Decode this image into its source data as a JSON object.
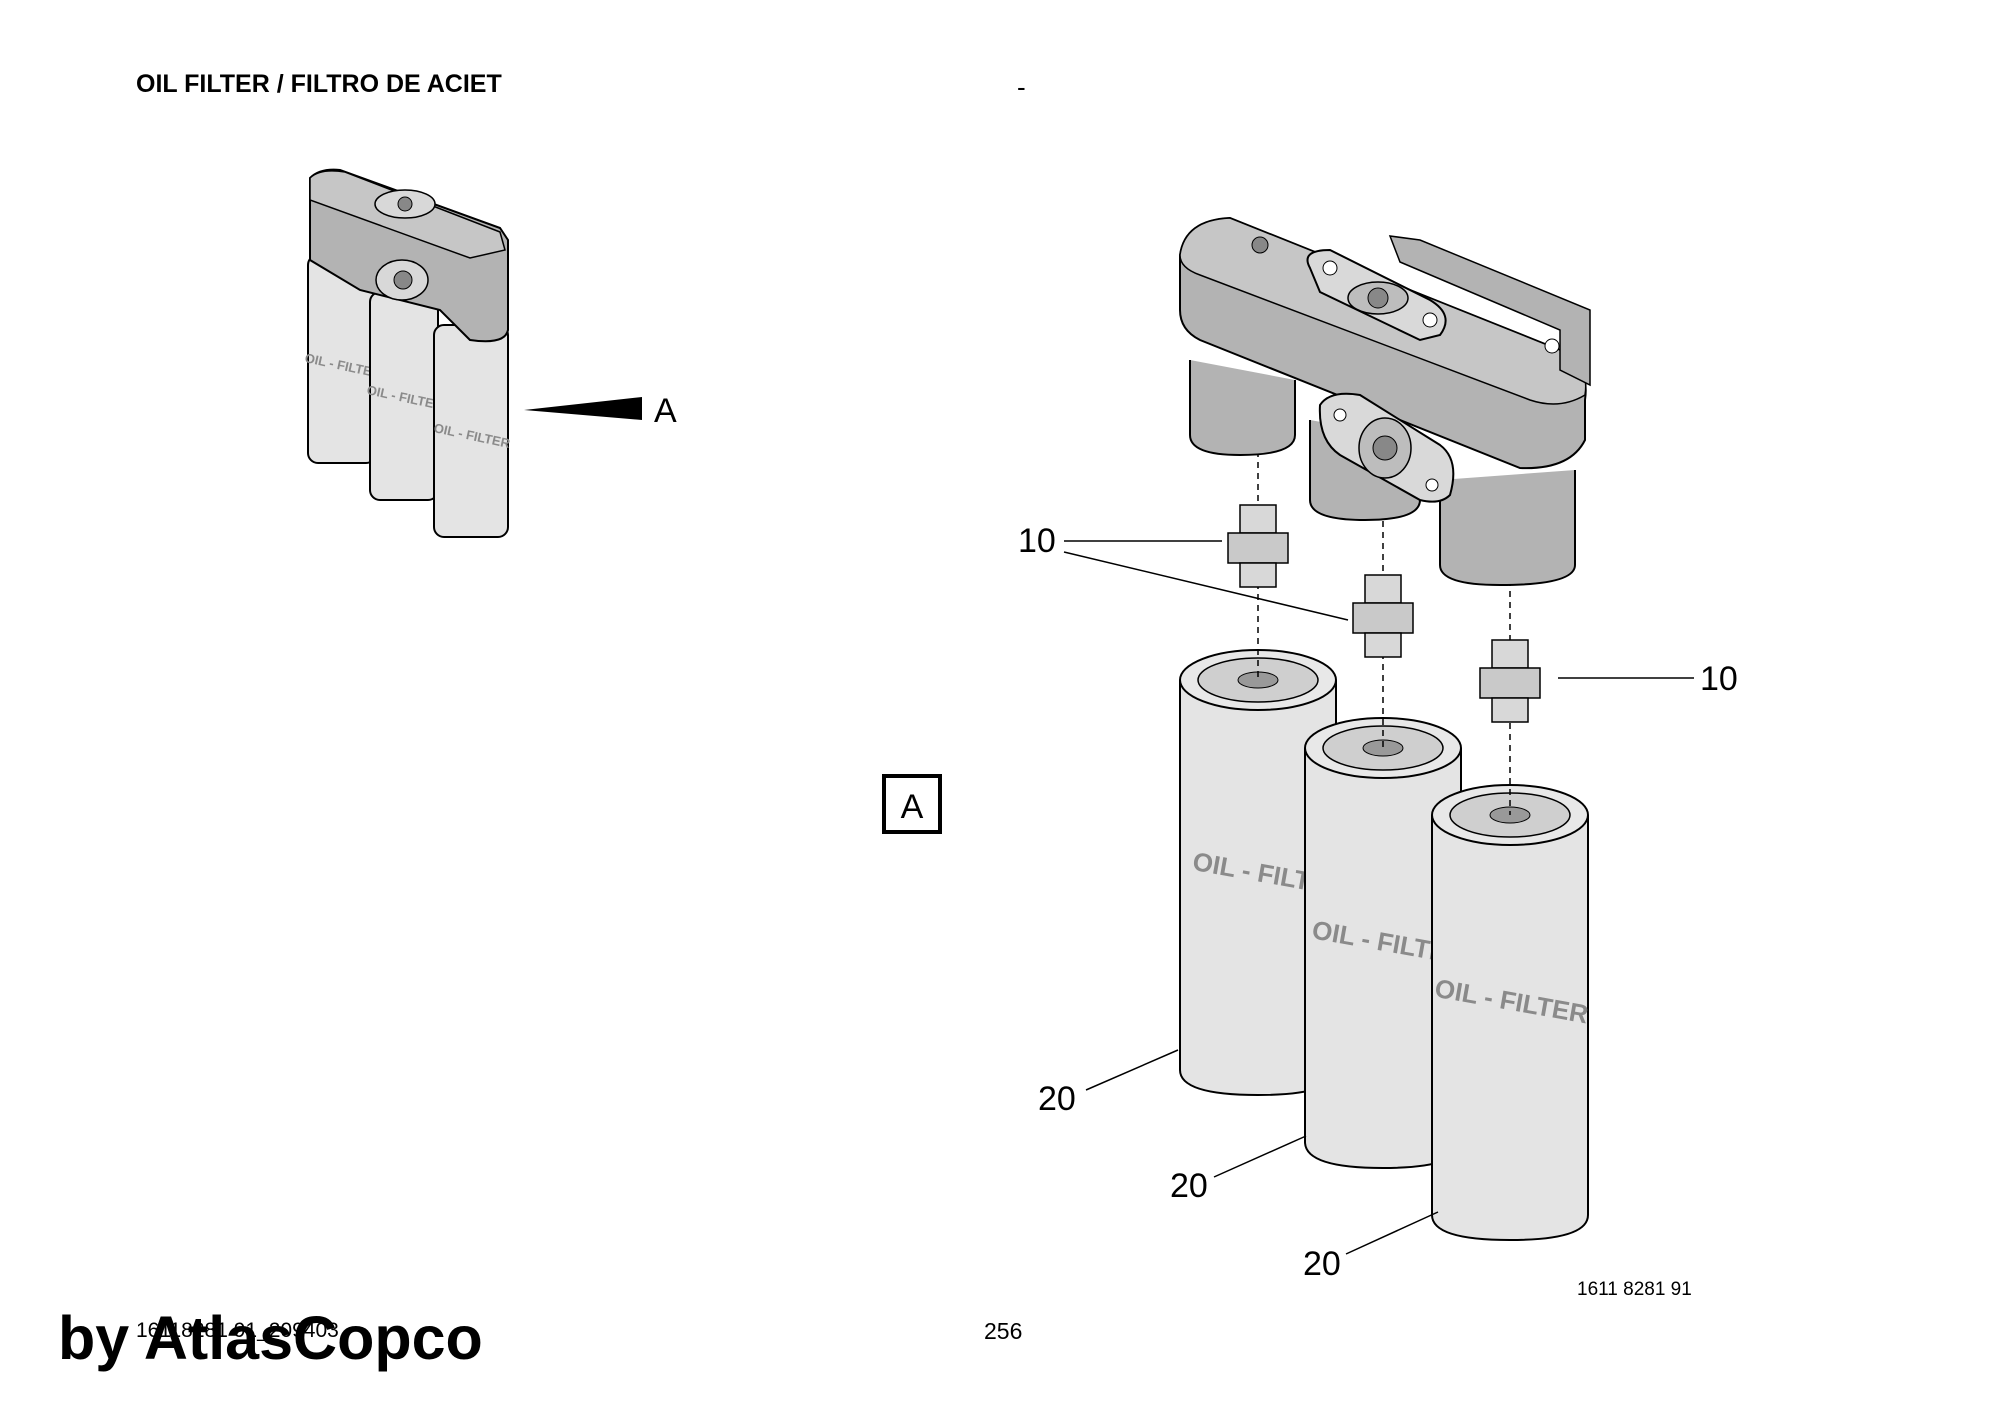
{
  "header": {
    "title": "OIL FILTER / FILTRO DE ACIET",
    "right_mark": "-"
  },
  "overview": {
    "detail_label": "A",
    "filter_label": "OIL - FILTER"
  },
  "detail": {
    "box_label": "A",
    "callouts": {
      "nipple_left": "10",
      "nipple_right": "10",
      "filter_1": "20",
      "filter_2": "20",
      "filter_3": "20"
    },
    "filter_labels": [
      "OIL - FILT",
      "OIL - FILTE",
      "OIL - FILTER"
    ],
    "drawing_number": "1611 8281 91"
  },
  "footer": {
    "page_code": "16118281 91_209403",
    "page_number": "256",
    "watermark": "by AtlasCopco"
  },
  "colors": {
    "housing": "#b3b3b3",
    "housing_top": "#c6c6c6",
    "filter_body": "#e4e4e4",
    "line": "#000000"
  }
}
